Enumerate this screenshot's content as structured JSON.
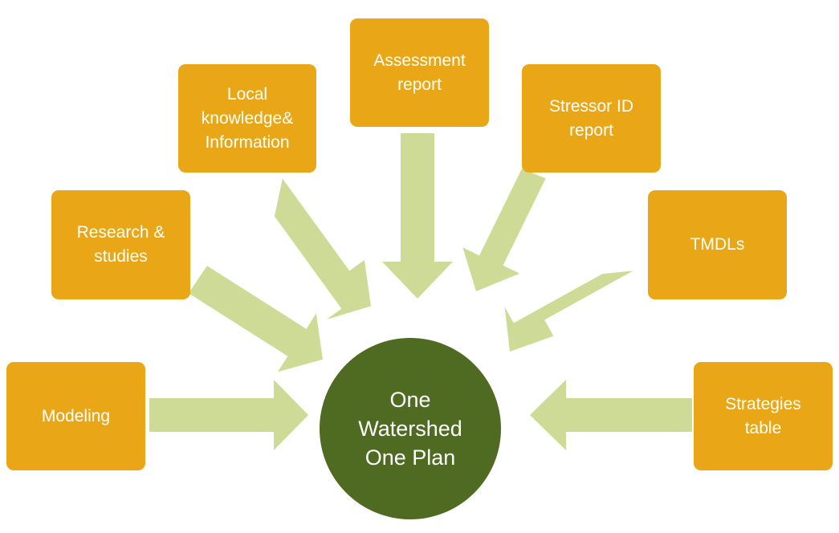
{
  "diagram": {
    "center": {
      "label": "One\nWatershed\nOne Plan"
    },
    "sources": [
      {
        "id": "modeling",
        "label": "Modeling"
      },
      {
        "id": "research",
        "label": "Research &\nstudies"
      },
      {
        "id": "local",
        "label": "Local\nknowledge&\nInformation"
      },
      {
        "id": "assessment",
        "label": "Assessment\nreport"
      },
      {
        "id": "stressor",
        "label": "Stressor ID\nreport"
      },
      {
        "id": "tmdls",
        "label": "TMDLs"
      },
      {
        "id": "strategies",
        "label": "Strategies\ntable"
      }
    ]
  },
  "colors": {
    "box_fill": "#e9a717",
    "box_text": "#ffffff",
    "arrow_fill": "#cedb96",
    "center_fill": "#4f6b21",
    "center_text": "#ffffff"
  }
}
